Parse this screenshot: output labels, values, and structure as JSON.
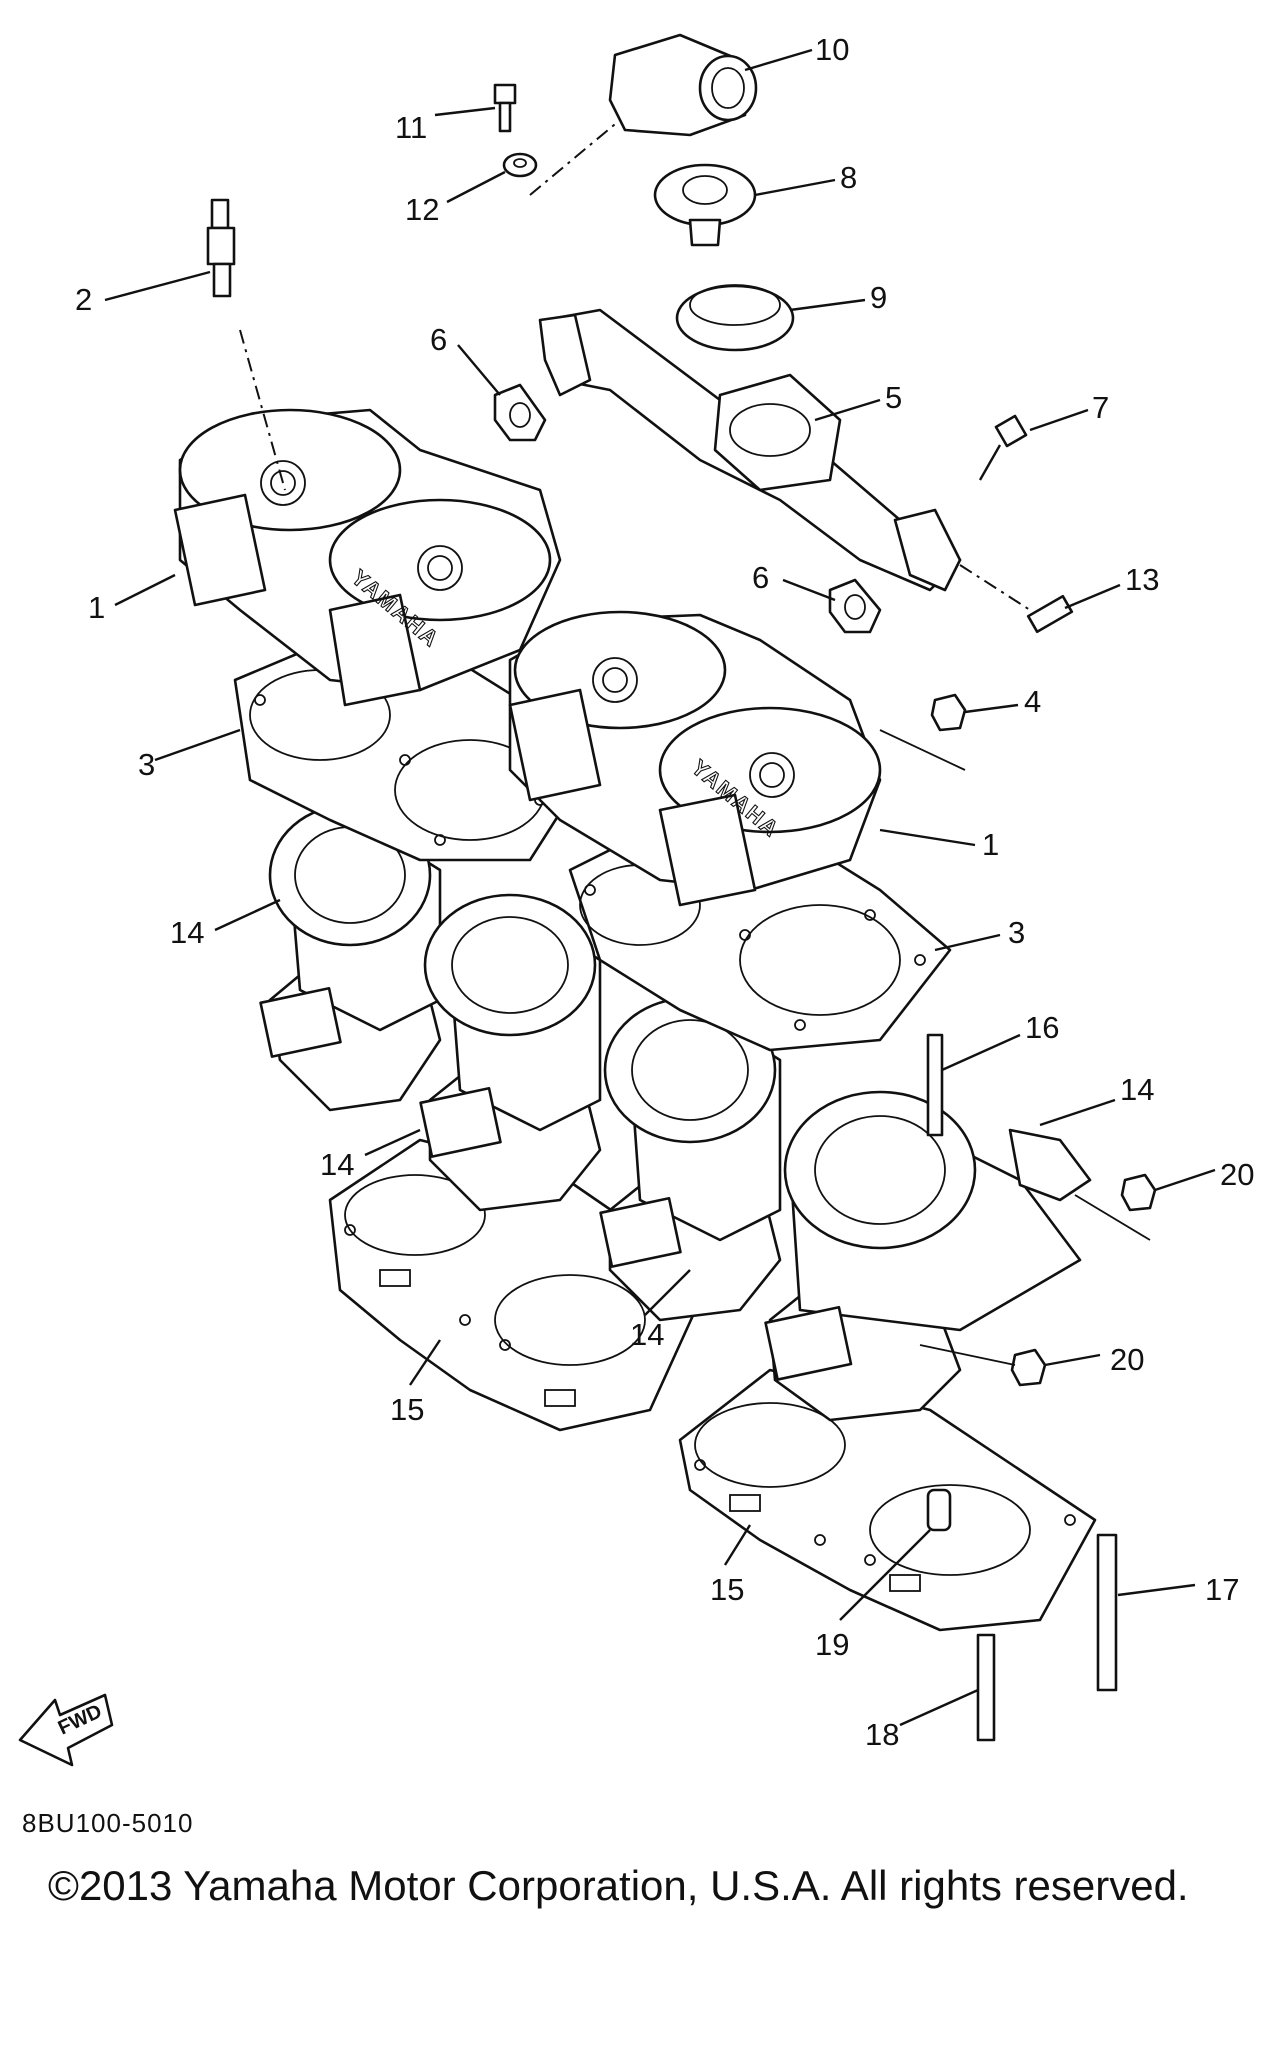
{
  "diagram_code": "8BU100-5010",
  "copyright": "©2013 Yamaha Motor Corporation, U.S.A. All rights reserved.",
  "logo_text": "YAMAHA",
  "fwd_label": "FWD",
  "callouts": {
    "c1a": "1",
    "c1b": "1",
    "c2": "2",
    "c3a": "3",
    "c3b": "3",
    "c4": "4",
    "c5": "5",
    "c6a": "6",
    "c6b": "6",
    "c7": "7",
    "c8": "8",
    "c9": "9",
    "c10": "10",
    "c11": "11",
    "c12": "12",
    "c13": "13",
    "c14a": "14",
    "c14b": "14",
    "c14c": "14",
    "c14d": "14",
    "c15a": "15",
    "c15b": "15",
    "c16": "16",
    "c17": "17",
    "c18": "18",
    "c19": "19",
    "c20a": "20",
    "c20b": "20"
  }
}
